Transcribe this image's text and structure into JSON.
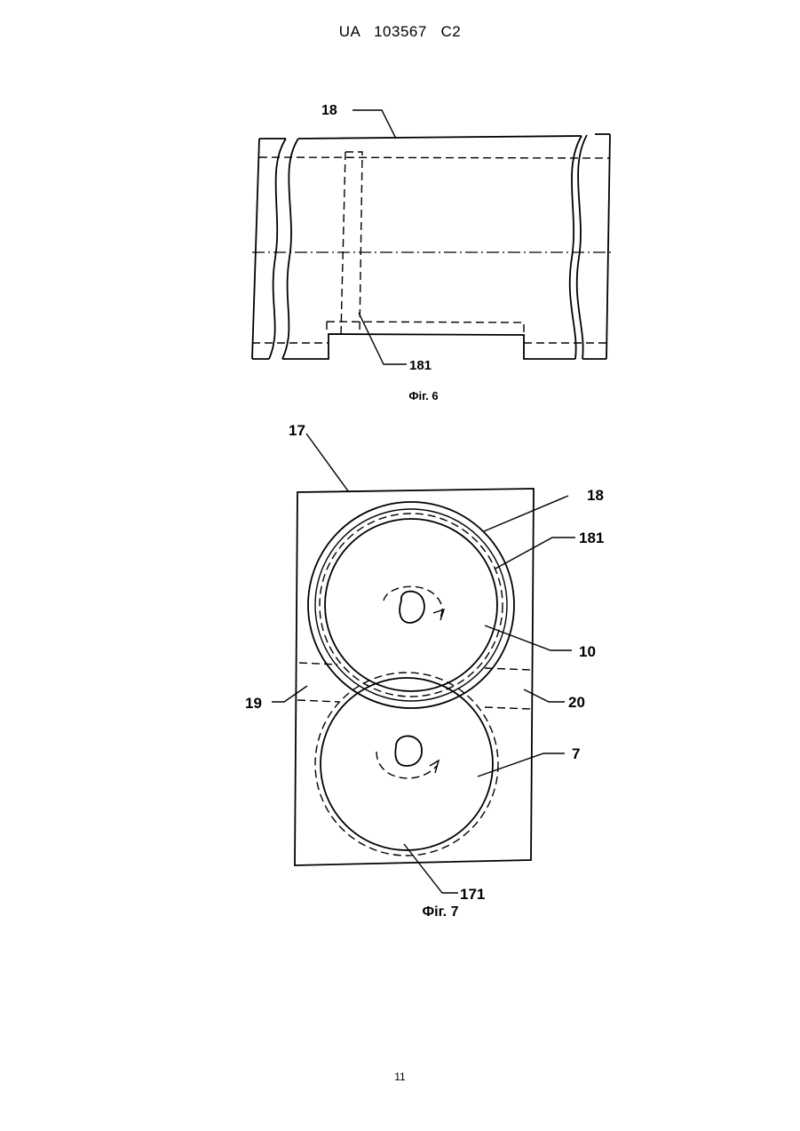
{
  "header": {
    "text": "UA   103567   C2"
  },
  "figure6": {
    "caption": "Фіг. 6",
    "labels": {
      "part18": "18",
      "part181": "181"
    }
  },
  "figure7": {
    "caption": "Фіг. 7",
    "labels": {
      "part17": "17",
      "part18": "18",
      "part181": "181",
      "part10": "10",
      "part19": "19",
      "part20": "20",
      "part7": "7",
      "part171": "171"
    }
  },
  "footer": {
    "page_number": "11"
  }
}
